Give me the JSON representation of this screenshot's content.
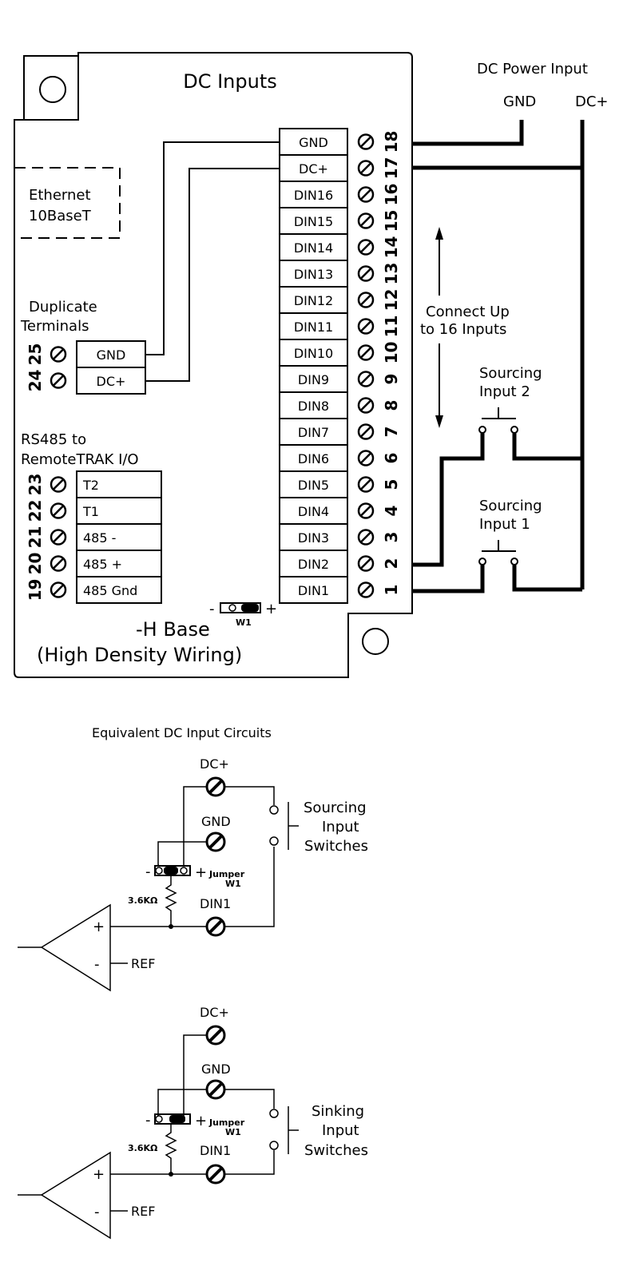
{
  "module": {
    "title": "DC Inputs",
    "base_line1": "-H Base",
    "base_line2": "(High Density Wiring)",
    "ethernet_line1": "Ethernet",
    "ethernet_line2": "10BaseT",
    "duplicate_line1": "Duplicate",
    "duplicate_line2": "Terminals",
    "rs485_line1": "RS485 to",
    "rs485_line2": "RemoteTRAK I/O",
    "jumper_label": "W1",
    "jumper_minus": "-",
    "jumper_plus": "+"
  },
  "terminal_strip": [
    {
      "label": "GND",
      "num": "18"
    },
    {
      "label": "DC+",
      "num": "17"
    },
    {
      "label": "DIN16",
      "num": "16"
    },
    {
      "label": "DIN15",
      "num": "15"
    },
    {
      "label": "DIN14",
      "num": "14"
    },
    {
      "label": "DIN13",
      "num": "13"
    },
    {
      "label": "DIN12",
      "num": "12"
    },
    {
      "label": "DIN11",
      "num": "11"
    },
    {
      "label": "DIN10",
      "num": "10"
    },
    {
      "label": "DIN9",
      "num": "9"
    },
    {
      "label": "DIN8",
      "num": "8"
    },
    {
      "label": "DIN7",
      "num": "7"
    },
    {
      "label": "DIN6",
      "num": "6"
    },
    {
      "label": "DIN5",
      "num": "5"
    },
    {
      "label": "DIN4",
      "num": "4"
    },
    {
      "label": "DIN3",
      "num": "3"
    },
    {
      "label": "DIN2",
      "num": "2"
    },
    {
      "label": "DIN1",
      "num": "1"
    }
  ],
  "duplicate_terminals": [
    {
      "label": "GND",
      "num": "25"
    },
    {
      "label": "DC+",
      "num": "24"
    }
  ],
  "rs485_terminals": [
    {
      "label": "T2",
      "num": "23"
    },
    {
      "label": "T1",
      "num": "22"
    },
    {
      "label": "485  -",
      "num": "21"
    },
    {
      "label": "485  +",
      "num": "20"
    },
    {
      "label": "485  Gnd",
      "num": "19"
    }
  ],
  "power": {
    "title": "DC Power Input",
    "gnd": "GND",
    "dcplus": "DC+"
  },
  "wiring": {
    "connect_line1": "Connect Up",
    "connect_line2": "to 16 Inputs",
    "input2_line1": "Sourcing",
    "input2_line2": "Input 2",
    "input1_line1": "Sourcing",
    "input1_line2": "Input 1"
  },
  "equivalent": {
    "title": "Equivalent DC Input Circuits",
    "sourcing": {
      "dcplus": "DC+",
      "gnd": "GND",
      "din": "DIN1",
      "jumper": "Jumper",
      "w1": "W1",
      "resistor": "3.6K",
      "ref": "REF",
      "switch_line1": "Sourcing",
      "switch_line2": "Input",
      "switch_line3": "Switches"
    },
    "sinking": {
      "dcplus": "DC+",
      "gnd": "GND",
      "din": "DIN1",
      "jumper": "Jumper",
      "w1": "W1",
      "resistor": "3.6K",
      "ref": "REF",
      "switch_line1": "Sinking",
      "switch_line2": "Input",
      "switch_line3": "Switches"
    }
  }
}
